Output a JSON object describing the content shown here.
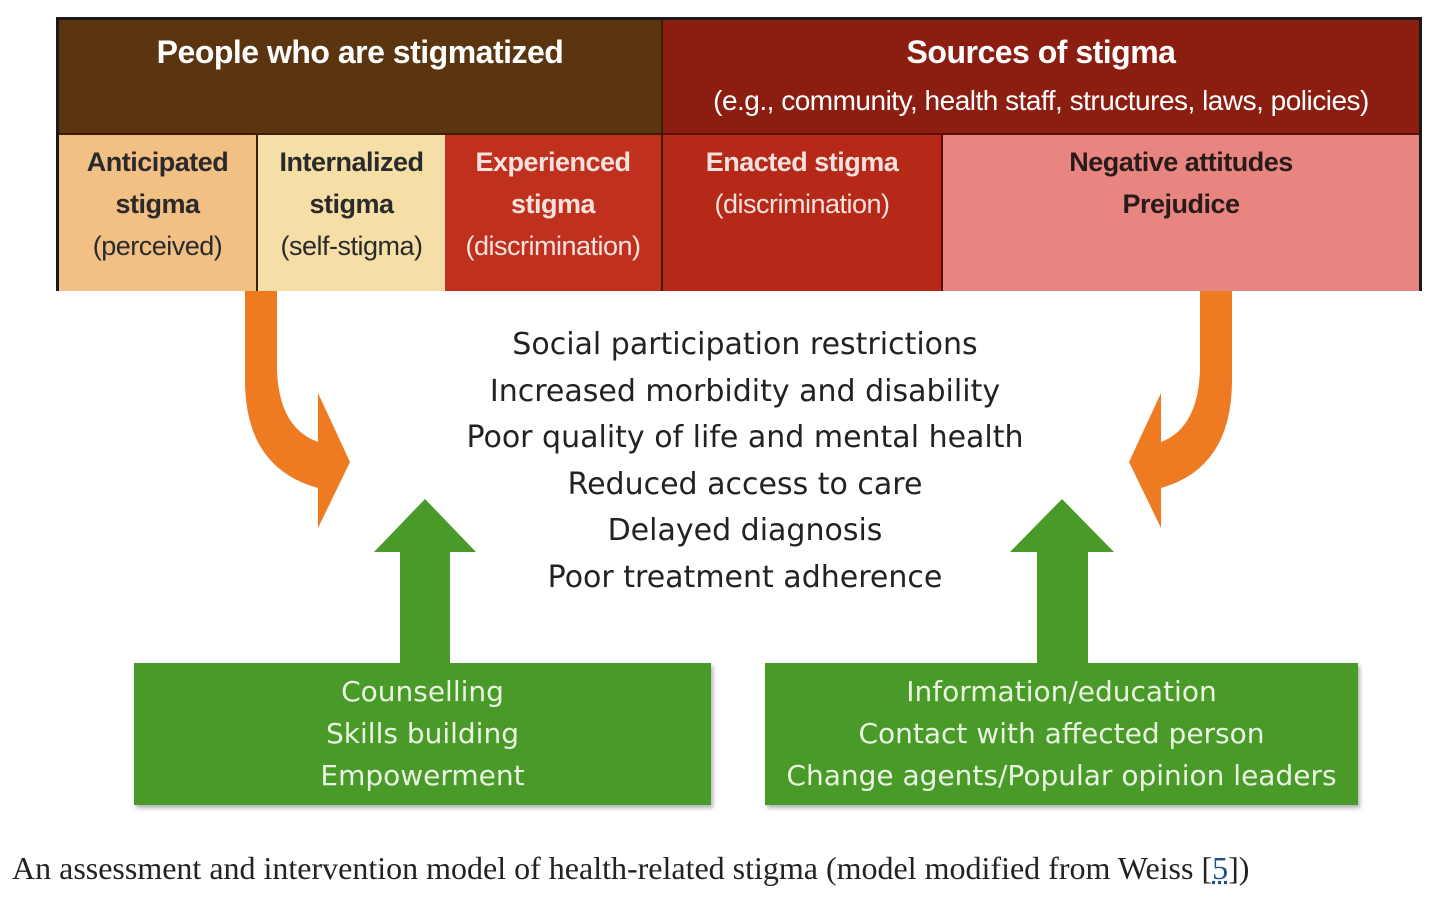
{
  "header": {
    "left_title": "People who are stigmatized",
    "right_title": "Sources of stigma",
    "right_subtitle": "(e.g., community, health staff, structures, laws, policies)"
  },
  "cells": [
    {
      "title1": "Anticipated",
      "title2": "stigma",
      "sub": "(perceived)"
    },
    {
      "title1": "Internalized",
      "title2": "stigma",
      "sub": "(self-stigma)"
    },
    {
      "title1": "Experienced",
      "title2": "stigma",
      "sub": "(discrimination)"
    },
    {
      "title1": "Enacted stigma",
      "sub": "(discrimination)"
    },
    {
      "title1": "Negative attitudes",
      "title2": "Prejudice"
    }
  ],
  "outcomes": [
    "Social participation restrictions",
    "Increased morbidity and disability",
    "Poor quality of life and mental health",
    "Reduced access to care",
    "Delayed diagnosis",
    "Poor treatment adherence"
  ],
  "interventions_left": [
    "Counselling",
    "Skills building",
    "Empowerment"
  ],
  "interventions_right": [
    "Information/education",
    "Contact with affected person",
    "Change agents/Popular opinion leaders"
  ],
  "caption": {
    "text": "An assessment and intervention model of health-related stigma (model modified from Weiss [",
    "ref": "5",
    "end": "])"
  },
  "colors": {
    "brown": "#5b3510",
    "darkred": "#8b1e10",
    "peach": "#f2bf85",
    "cream": "#f6dfa6",
    "red": "#c0301f",
    "red2": "#b62818",
    "pink": "#e98580",
    "orange": "#ee7a22",
    "green": "#4a9a2a"
  }
}
